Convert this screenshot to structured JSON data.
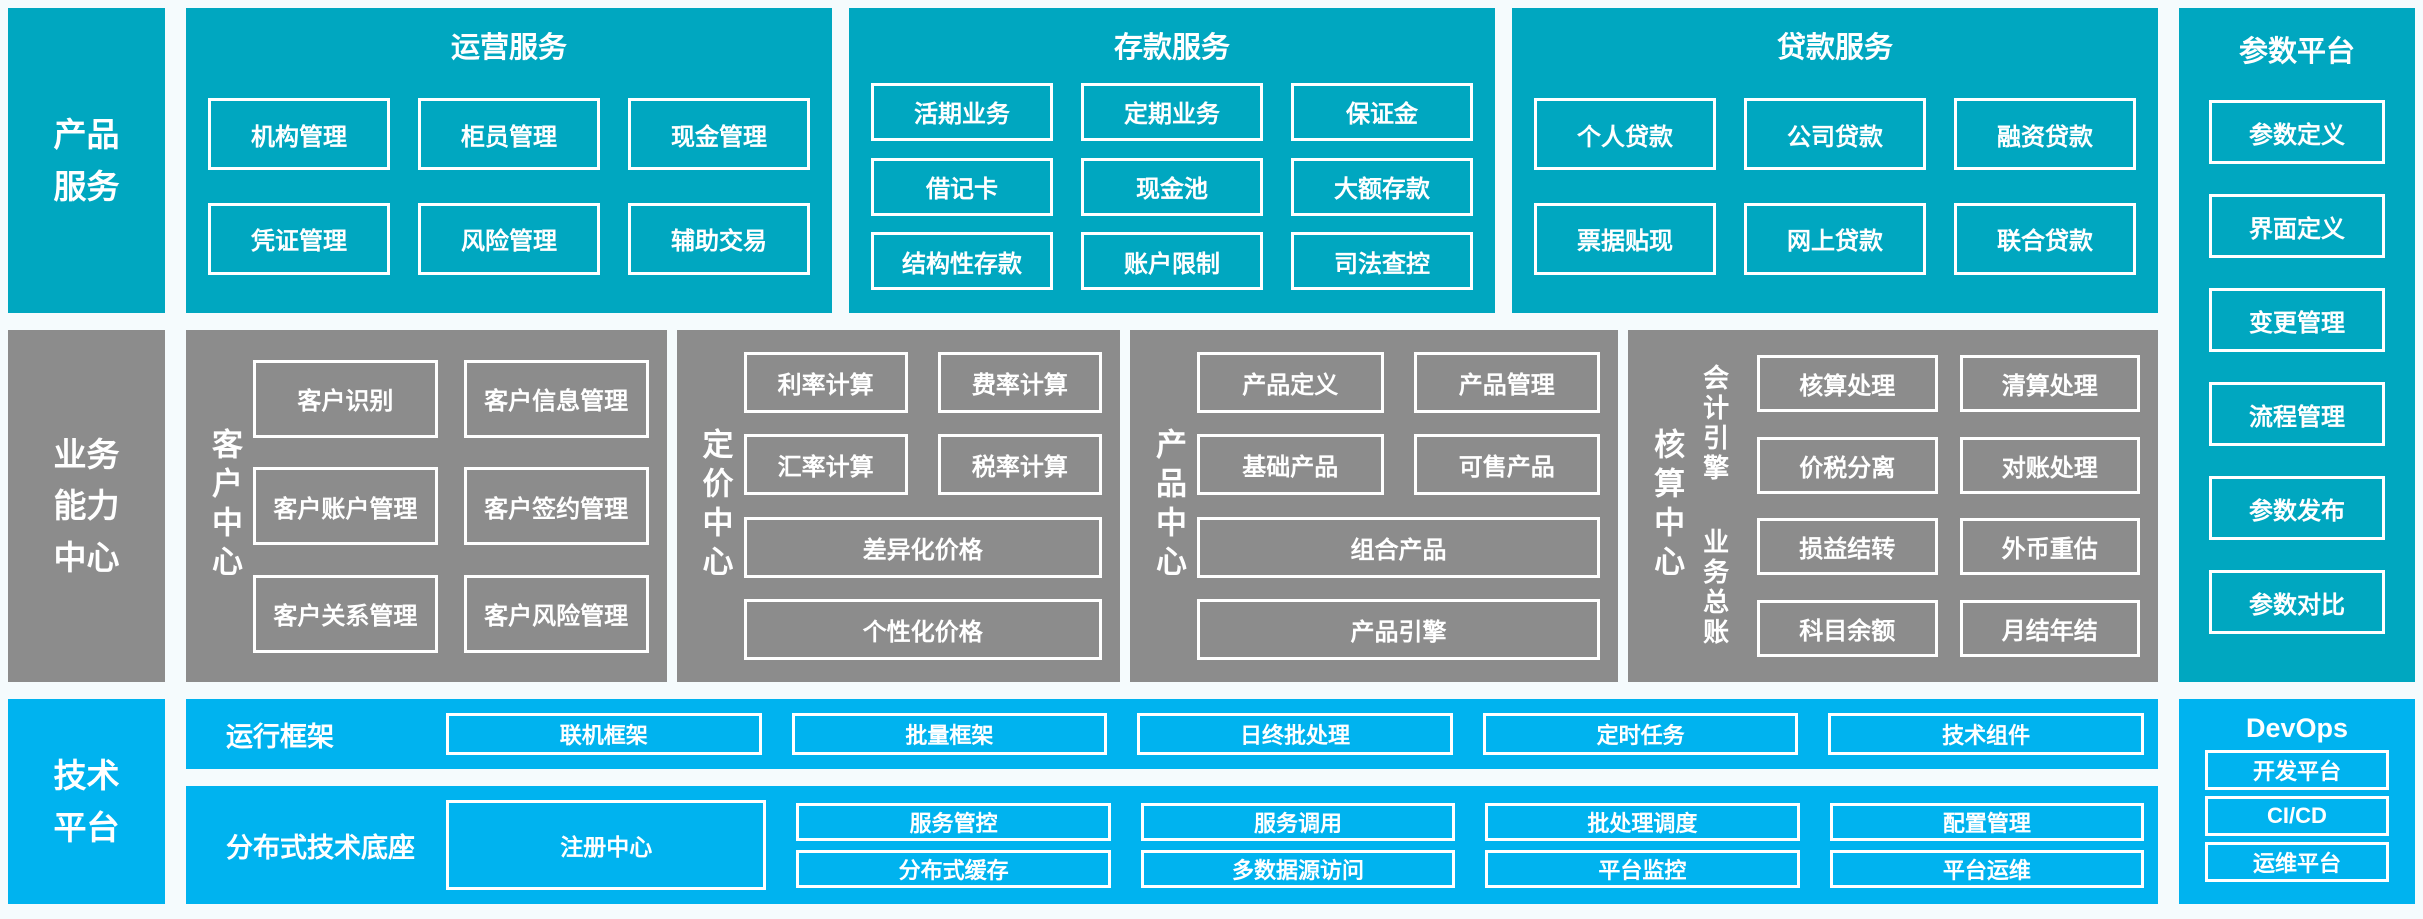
{
  "colors": {
    "teal": "#00a7c0",
    "gray": "#8c8c8c",
    "blue": "#00b3ef",
    "background": "#f5fbfd",
    "text": "#ffffff"
  },
  "sidebar": {
    "product": "产品\n服务",
    "business": "业务\n能力\n中心",
    "tech": "技术\n平台"
  },
  "top_sections": [
    {
      "title": "运营服务",
      "boxes": [
        "机构管理",
        "柜员管理",
        "现金管理",
        "凭证管理",
        "风险管理",
        "辅助交易"
      ]
    },
    {
      "title": "存款服务",
      "boxes": [
        "活期业务",
        "定期业务",
        "保证金",
        "借记卡",
        "现金池",
        "大额存款",
        "结构性存款",
        "账户限制",
        "司法查控"
      ]
    },
    {
      "title": "贷款服务",
      "boxes": [
        "个人贷款",
        "公司贷款",
        "融资贷款",
        "票据贴现",
        "网上贷款",
        "联合贷款"
      ]
    }
  ],
  "param_platform": {
    "title": "参数平台",
    "boxes": [
      "参数定义",
      "界面定义",
      "变更管理",
      "流程管理",
      "参数发布",
      "参数对比"
    ]
  },
  "middle_sections": [
    {
      "label": "客户中心",
      "boxes": [
        "客户识别",
        "客户信息管理",
        "客户账户管理",
        "客户签约管理",
        "客户关系管理",
        "客户风险管理"
      ]
    },
    {
      "label": "定价中心",
      "boxes": [
        "利率计算",
        "费率计算",
        "汇率计算",
        "税率计算"
      ],
      "wide": [
        "差异化价格",
        "个性化价格"
      ]
    },
    {
      "label": "产品中心",
      "boxes": [
        "产品定义",
        "产品管理",
        "基础产品",
        "可售产品"
      ],
      "wide": [
        "组合产品",
        "产品引擎"
      ]
    },
    {
      "label": "核算中心",
      "groups": [
        {
          "label": "会计引擎",
          "boxes": [
            "核算处理",
            "清算处理",
            "价税分离",
            "对账处理"
          ]
        },
        {
          "label": "业务总账",
          "boxes": [
            "损益结转",
            "外币重估",
            "科目余额",
            "月结年结"
          ]
        }
      ]
    }
  ],
  "runtime_row": {
    "label": "运行框架",
    "boxes": [
      "联机框架",
      "批量框架",
      "日终批处理",
      "定时任务",
      "技术组件"
    ]
  },
  "base_row": {
    "label": "分布式技术底座",
    "tall_box": "注册中心",
    "columns": [
      [
        "服务管控",
        "分布式缓存"
      ],
      [
        "服务调用",
        "多数据源访问"
      ],
      [
        "批处理调度",
        "平台监控"
      ],
      [
        "配置管理",
        "平台运维"
      ]
    ]
  },
  "devops": {
    "title": "DevOps",
    "boxes": [
      "开发平台",
      "CI/CD",
      "运维平台"
    ]
  }
}
